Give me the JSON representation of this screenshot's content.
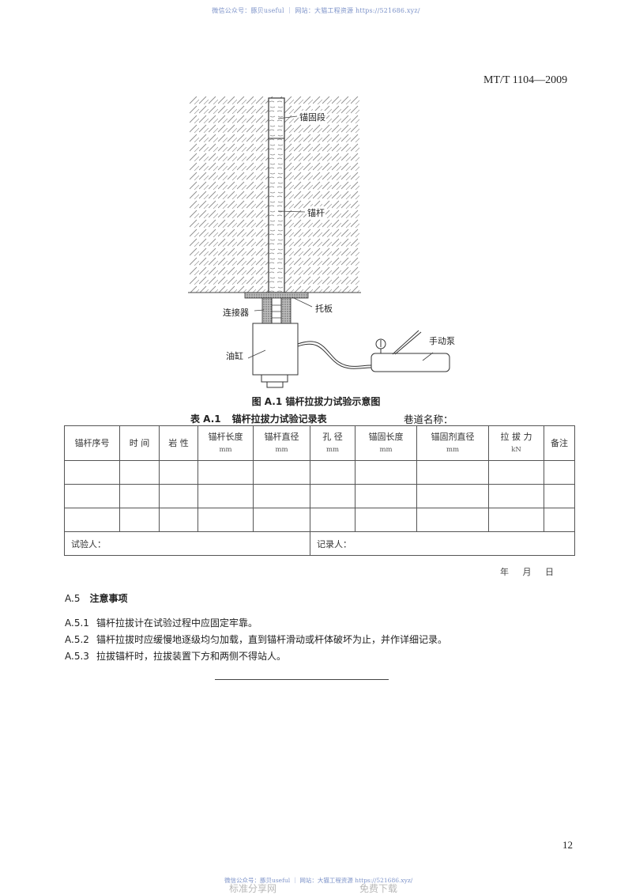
{
  "watermark": {
    "top": "微信公众号：豚贝useful ｜ 网站：大猫工程资源 https://521686.xyz/",
    "bottom": "微信公众号：豚贝useful ｜ 网站：大猫工程资源 https://521686.xyz/",
    "bottom_left": "标准分享网",
    "bottom_right": "免费下载"
  },
  "header": {
    "standard_number": "MT/T 1104—2009"
  },
  "figure": {
    "caption": "图 A.1 锚杆拉拔力试验示意图",
    "labels": {
      "anchorage_section": "锚固段",
      "anchor_bolt": "锚杆",
      "connector": "连接器",
      "plate": "托板",
      "oil_cylinder": "油缸",
      "hand_pump": "手动泵"
    }
  },
  "table": {
    "caption_id": "表 A.1",
    "caption_title": "锚杆拉拔力试验记录表",
    "roadway_label": "巷道名称：",
    "columns": [
      {
        "label": "锚杆序号",
        "unit": ""
      },
      {
        "label": "时 间",
        "unit": ""
      },
      {
        "label": "岩 性",
        "unit": ""
      },
      {
        "label": "锚杆长度",
        "unit": "mm"
      },
      {
        "label": "锚杆直径",
        "unit": "mm"
      },
      {
        "label": "孔 径",
        "unit": "mm"
      },
      {
        "label": "锚固长度",
        "unit": "mm"
      },
      {
        "label": "锚固剂直径",
        "unit": "mm"
      },
      {
        "label": "拉 拔 力",
        "unit": "kN"
      },
      {
        "label": "备注",
        "unit": ""
      }
    ],
    "rows": [
      [
        "",
        "",
        "",
        "",
        "",
        "",
        "",
        "",
        "",
        ""
      ],
      [
        "",
        "",
        "",
        "",
        "",
        "",
        "",
        "",
        "",
        ""
      ],
      [
        "",
        "",
        "",
        "",
        "",
        "",
        "",
        "",
        "",
        ""
      ]
    ],
    "tester_label": "试验人：",
    "recorder_label": "记录人：",
    "date_label": "年 月 日"
  },
  "section": {
    "number": "A.5",
    "title": "注意事项",
    "items": [
      {
        "number": "A.5.1",
        "text": "锚杆拉拔计在试验过程中应固定牢靠。"
      },
      {
        "number": "A.5.2",
        "text": "锚杆拉拔时应缓慢地逐级均匀加载，直到锚杆滑动或杆体破坏为止，并作详细记录。"
      },
      {
        "number": "A.5.3",
        "text": "拉拔锚杆时，拉拔装置下方和两侧不得站人。"
      }
    ]
  },
  "footer": {
    "page_number": "12"
  }
}
